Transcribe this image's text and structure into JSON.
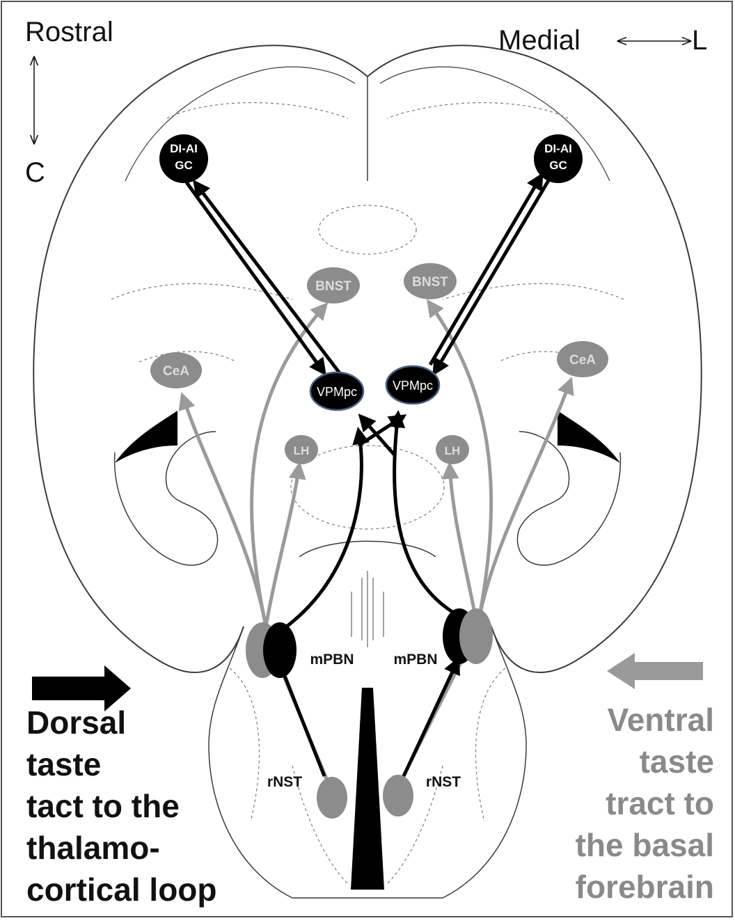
{
  "orientation": {
    "rostral": "Rostral",
    "caudal": "C",
    "medial": "Medial",
    "lateral": "L"
  },
  "nuclei": {
    "gc_left_line1": "DI-AI",
    "gc_left_line2": "GC",
    "gc_right_line1": "DI-AI",
    "gc_right_line2": "GC",
    "bnst_left": "BNST",
    "bnst_right": "BNST",
    "cea_left": "CeA",
    "cea_right": "CeA",
    "vpmpc_left": "VPMpc",
    "vpmpc_right": "VPMpc",
    "lh_left": "LH",
    "lh_right": "LH",
    "mpbn_left": "mPBN",
    "mpbn_right": "mPBN",
    "rnst_left": "rNST",
    "rnst_right": "rNST"
  },
  "legend": {
    "dorsal_lines": [
      "Dorsal",
      "taste",
      "tact to the",
      "thalamo-",
      "cortical loop"
    ],
    "ventral_lines": [
      "Ventral",
      "taste",
      "tract to",
      "the basal",
      "forebrain"
    ]
  },
  "colors": {
    "dorsal_pathway": "#000000",
    "ventral_pathway": "#8c8c8c",
    "ventral_arrow": "#9a9a9a",
    "outline": "#3a3a3a",
    "dashed": "#7a7a7a"
  }
}
